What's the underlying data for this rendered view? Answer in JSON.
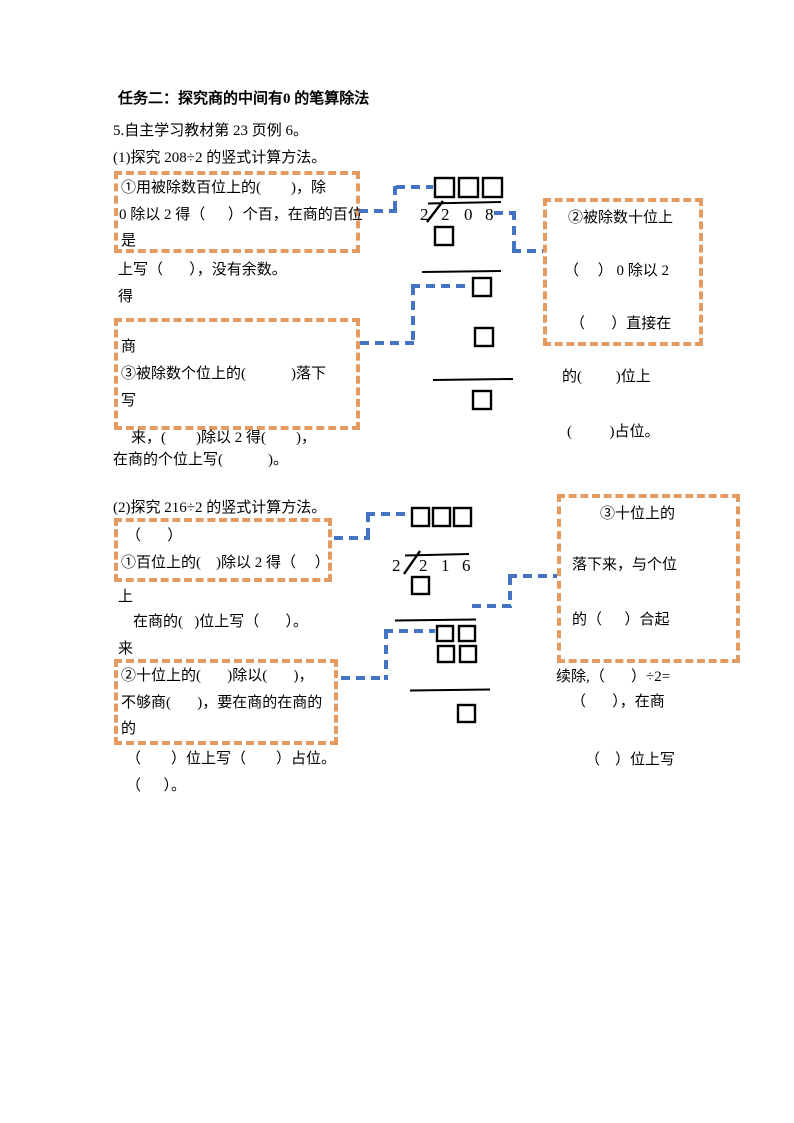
{
  "colors": {
    "callout_border": "#E49B62",
    "connector_blue": "#4472C4",
    "text": "#000000"
  },
  "header": {
    "title": "任务二：探究商的中间有0 的笔算除法",
    "study_line": "5.自主学习教材第 23 页例 6。"
  },
  "section1": {
    "heading": "(1)探究 208÷2 的竖式计算方法。",
    "box1_lines": [
      "①用被除数百位上的(        )，除",
      "0 除以 2 得（      ）个百，在商的百位",
      "是"
    ],
    "after_box1_lines": [
      "上写（       ），没有余数。",
      "得"
    ],
    "box3_lines": [
      "商",
      "③被除数个位上的(            )落下",
      "写"
    ],
    "after_box3_lines": [
      "来，(        )除以 2 得(        )，",
      "在商的个位上写(            )。"
    ],
    "box2_lines": [
      "②被除数十位上",
      "（     ） 0 除以 2",
      "（       ）直接在"
    ],
    "after_box2_lines": [
      "的(         )位上",
      "(          )占位。"
    ],
    "division": {
      "divisor": "2",
      "digits": [
        "2",
        "0",
        "8"
      ]
    }
  },
  "section2": {
    "heading": "(2)探究 216÷2 的竖式计算方法。",
    "box1_lines": [
      "（       ）",
      "①百位上的(    )除以 2 得（     ）"
    ],
    "after_box1_lines": [
      "上",
      "在商的(   )位上写（       ）。",
      "来"
    ],
    "box2_lines": [
      "②十位上的(       )除以(       )，",
      "不够商(       )，要在商的在商的",
      "的"
    ],
    "after_box2_lines": [
      "（        ）位上写（        ）占位。",
      "（      ）。"
    ],
    "box3_lines": [
      "③十位上的",
      "落下来，与个位",
      "的（      ）合起"
    ],
    "after_box3_lines": [
      "续除,（       ）÷2=",
      "（       ），在商",
      "（    ）位上写"
    ],
    "division": {
      "divisor": "2",
      "digits": [
        "2",
        "1",
        "6"
      ]
    }
  }
}
